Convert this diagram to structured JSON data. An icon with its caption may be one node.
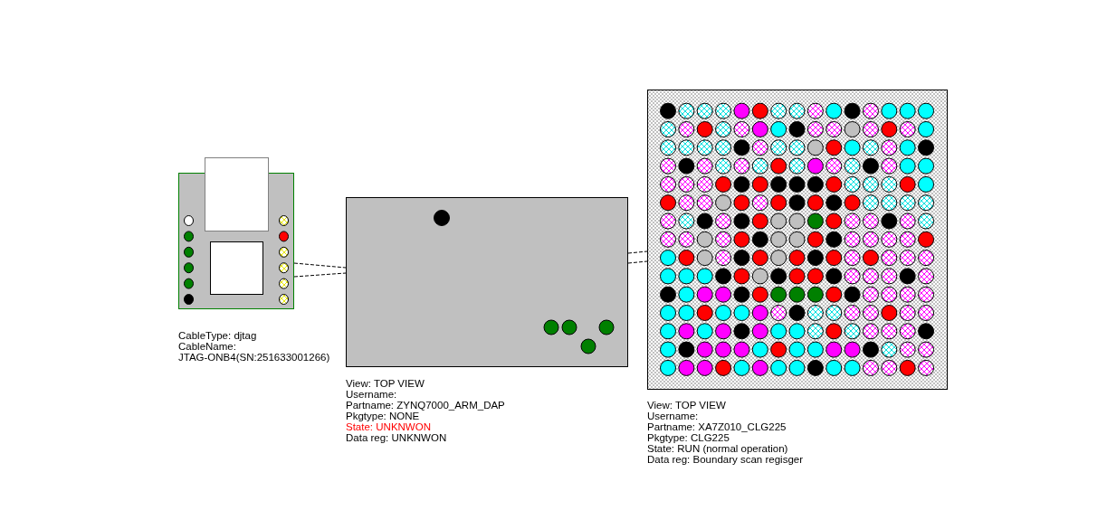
{
  "diagram": {
    "nodes": [
      {
        "text": [],
        "shape": "picture",
        "beside": [
          "CableType: djtag",
          "CableName: JTAG-ONB4(SN:251633001266)"
        ]
      },
      {
        "text": [],
        "shape": "box",
        "beside": [
          "View: TOP VIEW",
          "Username:",
          "Partname: ZYNQ7000_ARM_DAP",
          "Pkgtype: NONE",
          "State: UNKNWON",
          "Data reg: UNKNWON"
        ]
      },
      {
        "text": [],
        "shape": "box",
        "beside": [
          "View: TOP VIEW",
          "Username:",
          "Partname: XA7Z010_CLG225",
          "Pkgtype: CLG225",
          "State: RUN (normal operation)",
          "Data reg: Boundary scan regisger"
        ]
      }
    ],
    "edges": [
      {
        "from": 0,
        "to": 1,
        "arrow": "none",
        "style": "dashed"
      },
      {
        "from": 0,
        "to": 1,
        "arrow": "none",
        "style": "dashed"
      },
      {
        "from": 1,
        "to": 2,
        "arrow": "none",
        "style": "dashed"
      },
      {
        "from": 1,
        "to": 2,
        "arrow": "none",
        "style": "dashed"
      }
    ]
  }
}
